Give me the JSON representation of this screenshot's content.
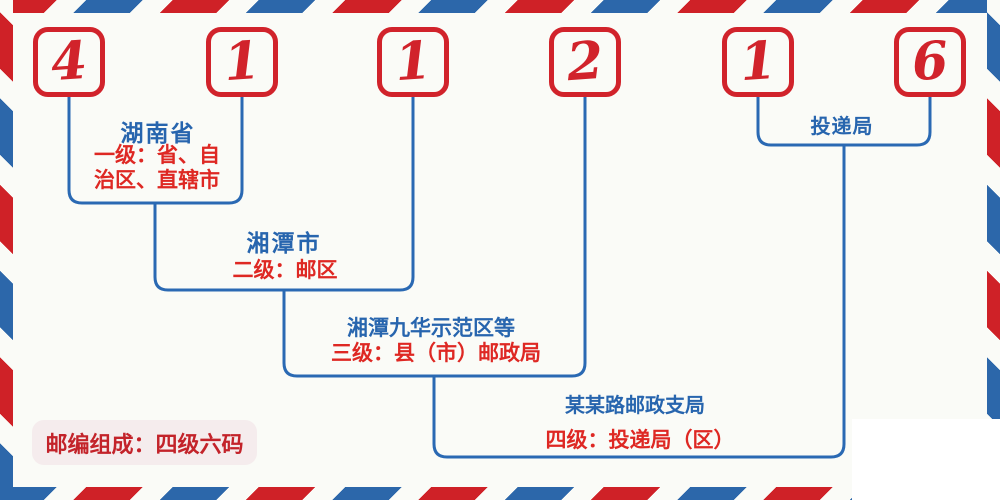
{
  "postal_code": {
    "digits": [
      "4",
      "1",
      "1",
      "2",
      "1",
      "6"
    ]
  },
  "levels": {
    "level1": {
      "place": "湖南省",
      "description": "一级：省、自\n治区、直辖市"
    },
    "level2": {
      "place": "湘潭市",
      "description": "二级：邮区"
    },
    "level3": {
      "place": "湘潭九华示范区等",
      "description": "三级：县（市）邮政局"
    },
    "level4": {
      "place": "某某路邮政支局",
      "description": "四级：投递局（区）"
    },
    "delivery": {
      "place": "投递局"
    }
  },
  "footer_badge": {
    "text": "邮编组成：四级六码"
  },
  "colors": {
    "digit_red": "#d1232b",
    "line_blue": "#2a69b3",
    "place_label_blue": "#2765ae",
    "description_red": "#de2823",
    "stripe_red": "#cf2127",
    "stripe_blue": "#2c67aa",
    "badge_background": "#f5eced",
    "badge_text_red": "#c3232a",
    "page_background": "#fafbf7"
  }
}
